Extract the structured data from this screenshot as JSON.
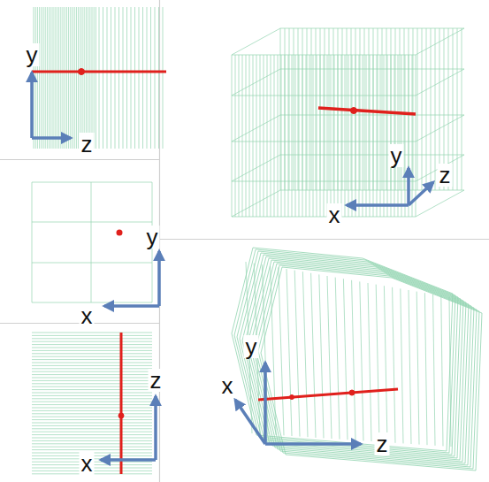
{
  "diagram": {
    "labels": [
      "y",
      "z",
      "y",
      "z",
      "x",
      "y",
      "x",
      "z",
      "x",
      "y",
      "x",
      "z"
    ]
  }
}
